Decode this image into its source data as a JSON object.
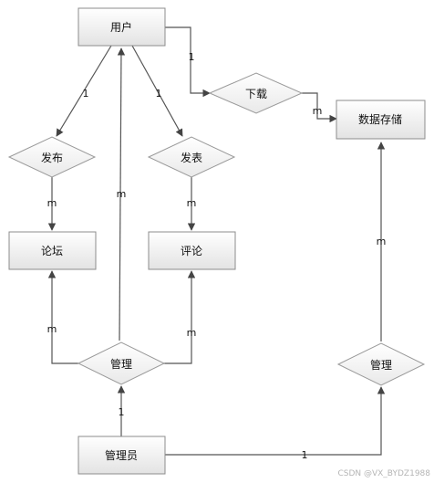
{
  "entities": {
    "user": "用户",
    "storage": "数据存储",
    "forum": "论坛",
    "comment": "评论",
    "admin": "管理员"
  },
  "relationships": {
    "download": "下载",
    "publish": "发布",
    "post": "发表",
    "manage_center": "管理",
    "manage_right": "管理"
  },
  "cardinalities": {
    "user_download": "1",
    "download_storage": "m",
    "user_publish": "1",
    "user_post": "1",
    "publish_forum": "m",
    "post_comment": "m",
    "manage_user": "m",
    "manage_forum": "m",
    "manage_comment": "m",
    "admin_manage": "1",
    "manage_storage": "m",
    "admin_manage_right": "1"
  },
  "watermark": "CSDN @VX_BYDZ1988"
}
